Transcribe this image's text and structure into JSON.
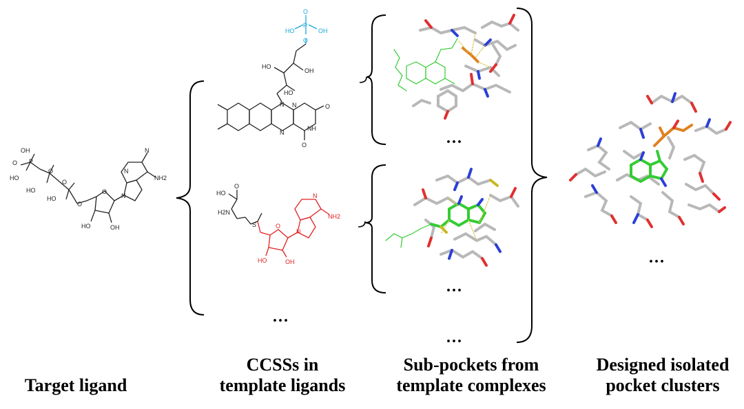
{
  "captions": {
    "target": "Target ligand",
    "ccss_line1": "CCSSs in",
    "ccss_line2": "template ligands",
    "sub_line1": "Sub-pockets from",
    "sub_line2": "template complexes",
    "designed_line1": "Designed isolated",
    "designed_line2": "pocket clusters"
  },
  "ellipsis": "...",
  "atom_labels": {
    "oh": "OH",
    "ho": "HO",
    "o": "O",
    "p": "P",
    "n": "N",
    "nh2": "NH2",
    "nh": "NH",
    "h2n": "H2N",
    "s": "S"
  },
  "colors": {
    "fad_fragment": "#1aa7d6",
    "sam_fragment": "#e02020",
    "carbon_green": "#33cc33",
    "carbon_gray": "#b8b8b8",
    "oxygen": "#e03030",
    "nitrogen": "#2b3fd6",
    "phosphorus": "#e08020",
    "sulfur": "#c8b820",
    "hbond": "#d4c84a"
  }
}
